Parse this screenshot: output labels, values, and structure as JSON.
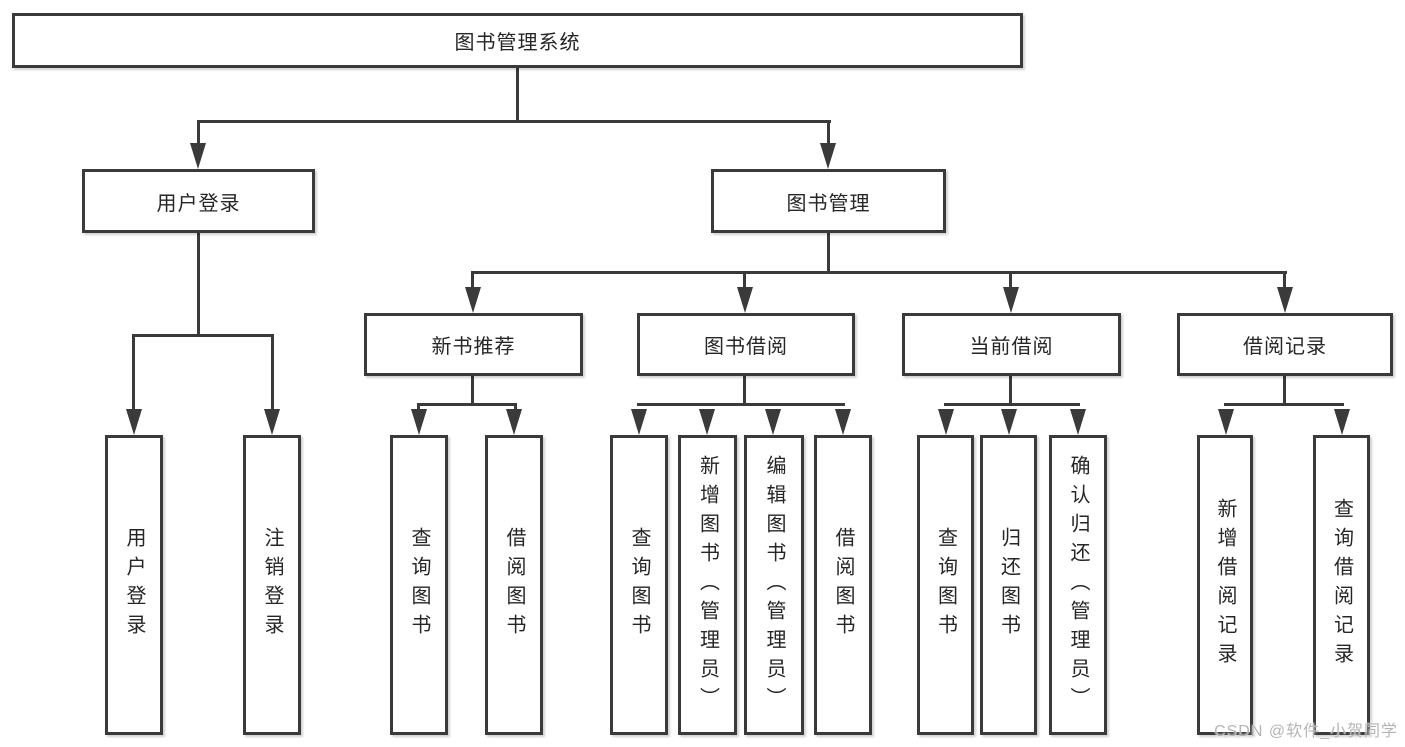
{
  "diagram_type": "hierarchy-tree",
  "colors": {
    "background": "#ffffff",
    "box_border": "#3a3a3a",
    "connector_line": "#3a3a3a",
    "text": "#262626",
    "watermark": "#b5b5b5"
  },
  "tree": {
    "root": {
      "label": "图书管理系统",
      "children": [
        {
          "label": "用户登录",
          "children": [
            {
              "label": "用户登录"
            },
            {
              "label": "注销登录"
            }
          ]
        },
        {
          "label": "图书管理",
          "children": [
            {
              "label": "新书推荐",
              "children": [
                {
                  "label": "查询图书"
                },
                {
                  "label": "借阅图书"
                }
              ]
            },
            {
              "label": "图书借阅",
              "children": [
                {
                  "label": "查询图书"
                },
                {
                  "label": "新增图书（管理员）"
                },
                {
                  "label": "编辑图书（管理员）"
                },
                {
                  "label": "借阅图书"
                }
              ]
            },
            {
              "label": "当前借阅",
              "children": [
                {
                  "label": "查询图书"
                },
                {
                  "label": "归还图书"
                },
                {
                  "label": "确认归还（管理员）"
                }
              ]
            },
            {
              "label": "借阅记录",
              "children": [
                {
                  "label": "新增借阅记录"
                },
                {
                  "label": "查询借阅记录"
                }
              ]
            }
          ]
        }
      ]
    }
  },
  "watermark": {
    "text": "CSDN @软件_小贺同学"
  }
}
